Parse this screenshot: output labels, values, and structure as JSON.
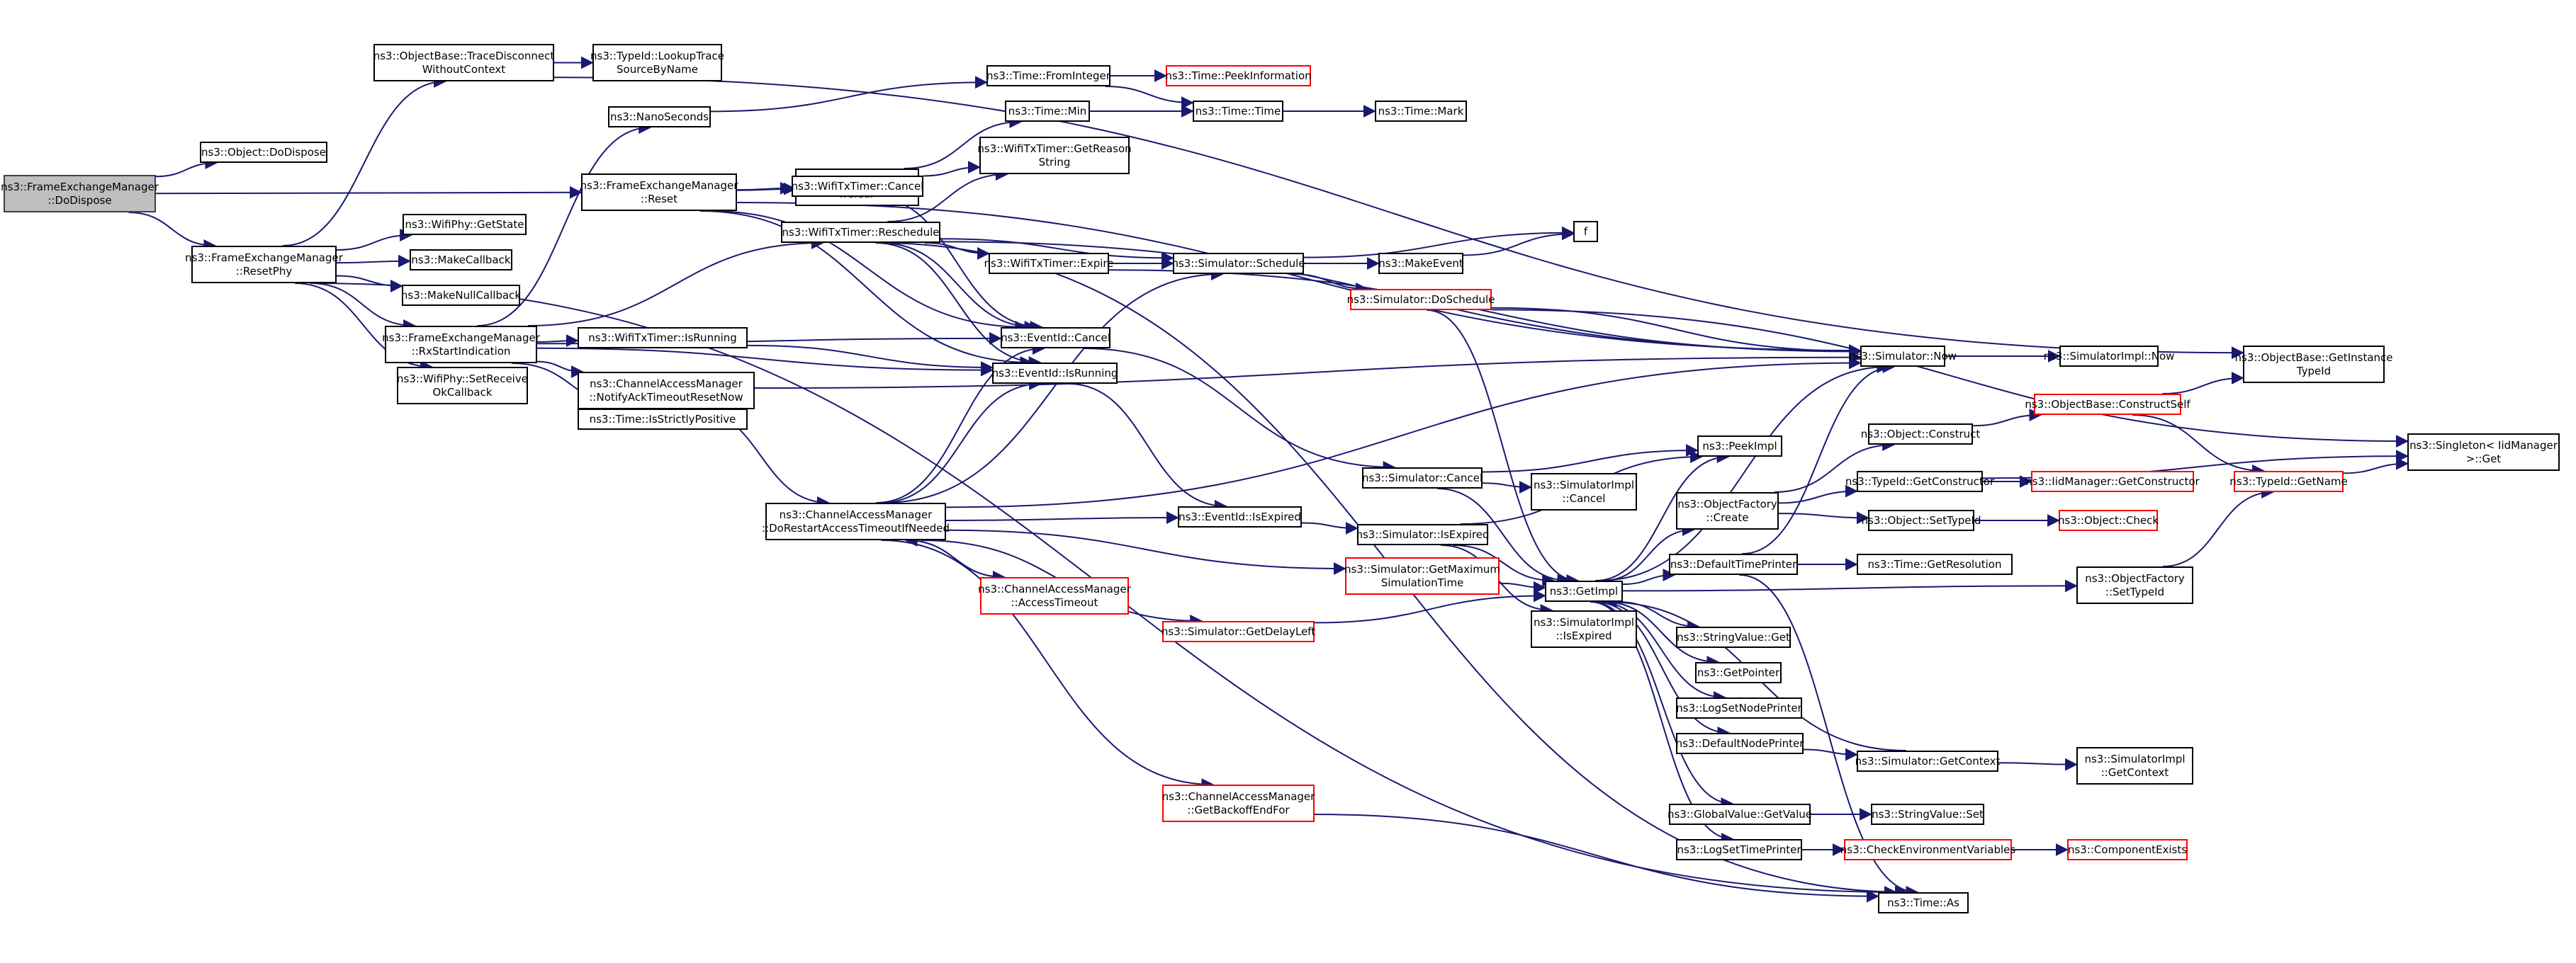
{
  "diagram": {
    "type": "call-graph",
    "colors": {
      "edge": "#191970",
      "missing_doc_border": "#ff0000",
      "root_fill": "#bfbfbf",
      "node_border": "#000000"
    },
    "nodes": [
      {
        "id": "root",
        "label": "ns3::FrameExchangeManager\n::DoDispose",
        "style": "root"
      },
      {
        "id": "objDoDispose",
        "label": "ns3::Object::DoDispose"
      },
      {
        "id": "resetPhy",
        "label": "ns3::FrameExchangeManager\n::ResetPhy"
      },
      {
        "id": "traceDisc",
        "label": "ns3::ObjectBase::TraceDisconnect\nWithoutContext"
      },
      {
        "id": "lookupTrace",
        "label": "ns3::TypeId::LookupTrace\nSourceByName"
      },
      {
        "id": "getState",
        "label": "ns3::WifiPhy::GetState"
      },
      {
        "id": "makeCallback",
        "label": "ns3::MakeCallback"
      },
      {
        "id": "makeNullCallback",
        "label": "ns3::MakeNullCallback"
      },
      {
        "id": "rxStart",
        "label": "ns3::FrameExchangeManager\n::RxStartIndication"
      },
      {
        "id": "setRecvOk",
        "label": "ns3::WifiPhy::SetReceive\nOkCallback"
      },
      {
        "id": "nanoSeconds",
        "label": "ns3::NanoSeconds"
      },
      {
        "id": "reset",
        "label": "ns3::FrameExchangeManager\n::Reset"
      },
      {
        "id": "txParamsClear",
        "label": "ns3::WifiTxParameters\n::Clear"
      },
      {
        "id": "txTimerCancel",
        "label": "ns3::WifiTxTimer::Cancel"
      },
      {
        "id": "txTimerResched",
        "label": "ns3::WifiTxTimer::Reschedule"
      },
      {
        "id": "txTimerExpire",
        "label": "ns3::WifiTxTimer::Expire"
      },
      {
        "id": "txTimerIsRunning",
        "label": "ns3::WifiTxTimer::IsRunning"
      },
      {
        "id": "notifyAck",
        "label": "ns3::ChannelAccessManager\n::NotifyAckTimeoutResetNow"
      },
      {
        "id": "isStrictlyPos",
        "label": "ns3::Time::IsStrictlyPositive"
      },
      {
        "id": "fromInteger",
        "label": "ns3::Time::FromInteger"
      },
      {
        "id": "peekInfo",
        "label": "ns3::Time::PeekInformation",
        "style": "red"
      },
      {
        "id": "timeMin",
        "label": "ns3::Time::Min"
      },
      {
        "id": "timeTime",
        "label": "ns3::Time::Time"
      },
      {
        "id": "timeMark",
        "label": "ns3::Time::Mark"
      },
      {
        "id": "getReason",
        "label": "ns3::WifiTxTimer::GetReason\nString"
      },
      {
        "id": "simSchedule",
        "label": "ns3::Simulator::Schedule"
      },
      {
        "id": "makeEvent",
        "label": "ns3::MakeEvent"
      },
      {
        "id": "f",
        "label": "f"
      },
      {
        "id": "doSchedule",
        "label": "ns3::Simulator::DoSchedule",
        "style": "red"
      },
      {
        "id": "evCancel",
        "label": "ns3::EventId::Cancel"
      },
      {
        "id": "evIsRunning",
        "label": "ns3::EventId::IsRunning"
      },
      {
        "id": "doRestart",
        "label": "ns3::ChannelAccessManager\n::DoRestartAccessTimeoutIfNeeded"
      },
      {
        "id": "accessTimeout",
        "label": "ns3::ChannelAccessManager\n::AccessTimeout",
        "style": "red"
      },
      {
        "id": "evIsExpired",
        "label": "ns3::EventId::IsExpired"
      },
      {
        "id": "getDelayLeft",
        "label": "ns3::Simulator::GetDelayLeft",
        "style": "red"
      },
      {
        "id": "getBackoff",
        "label": "ns3::ChannelAccessManager\n::GetBackoffEndFor",
        "style": "red"
      },
      {
        "id": "simCancel",
        "label": "ns3::Simulator::Cancel"
      },
      {
        "id": "simImplCancel",
        "label": "ns3::SimulatorImpl\n::Cancel"
      },
      {
        "id": "simIsExpired",
        "label": "ns3::Simulator::IsExpired"
      },
      {
        "id": "getMaxSim",
        "label": "ns3::Simulator::GetMaximum\nSimulationTime",
        "style": "red"
      },
      {
        "id": "getImpl",
        "label": "ns3::GetImpl"
      },
      {
        "id": "simImplIsExpired",
        "label": "ns3::SimulatorImpl\n::IsExpired"
      },
      {
        "id": "peekImpl",
        "label": "ns3::PeekImpl"
      },
      {
        "id": "simNow",
        "label": "ns3::Simulator::Now"
      },
      {
        "id": "simImplNow",
        "label": "ns3::SimulatorImpl::Now"
      },
      {
        "id": "objFactoryCreate",
        "label": "ns3::ObjectFactory\n::Create"
      },
      {
        "id": "defTimePrinter",
        "label": "ns3::DefaultTimePrinter"
      },
      {
        "id": "stringGet",
        "label": "ns3::StringValue::Get"
      },
      {
        "id": "getPointer",
        "label": "ns3::GetPointer"
      },
      {
        "id": "logSetNode",
        "label": "ns3::LogSetNodePrinter"
      },
      {
        "id": "defNodePrinter",
        "label": "ns3::DefaultNodePrinter"
      },
      {
        "id": "getContext",
        "label": "ns3::Simulator::GetContext"
      },
      {
        "id": "simImplGetContext",
        "label": "ns3::SimulatorImpl\n::GetContext"
      },
      {
        "id": "globalGetValue",
        "label": "ns3::GlobalValue::GetValue"
      },
      {
        "id": "stringSet",
        "label": "ns3::StringValue::Set"
      },
      {
        "id": "logSetTime",
        "label": "ns3::LogSetTimePrinter"
      },
      {
        "id": "checkEnv",
        "label": "ns3::CheckEnvironmentVariables",
        "style": "red"
      },
      {
        "id": "componentExists",
        "label": "ns3::ComponentExists",
        "style": "red"
      },
      {
        "id": "timeAs",
        "label": "ns3::Time::As"
      },
      {
        "id": "objConstruct",
        "label": "ns3::Object::Construct"
      },
      {
        "id": "constructSelf",
        "label": "ns3::ObjectBase::ConstructSelf",
        "style": "red"
      },
      {
        "id": "getInstanceTypeId",
        "label": "ns3::ObjectBase::GetInstance\nTypeId"
      },
      {
        "id": "getConstructor",
        "label": "ns3::TypeId::GetConstructor"
      },
      {
        "id": "iidGetConstructor",
        "label": "ns3::IidManager::GetConstructor",
        "style": "red"
      },
      {
        "id": "objSetTypeId",
        "label": "ns3::Object::SetTypeId"
      },
      {
        "id": "objCheck",
        "label": "ns3::Object::Check",
        "style": "red"
      },
      {
        "id": "timeGetRes",
        "label": "ns3::Time::GetResolution"
      },
      {
        "id": "factorySetTypeId",
        "label": "ns3::ObjectFactory\n::SetTypeId"
      },
      {
        "id": "typeIdGetName",
        "label": "ns3::TypeId::GetName",
        "style": "red"
      },
      {
        "id": "singletonGet",
        "label": "ns3::Singleton< IidManager\n>::Get"
      }
    ],
    "edges": [
      [
        "root",
        "objDoDispose"
      ],
      [
        "root",
        "reset"
      ],
      [
        "root",
        "resetPhy"
      ],
      [
        "resetPhy",
        "traceDisc"
      ],
      [
        "resetPhy",
        "getState"
      ],
      [
        "resetPhy",
        "makeCallback"
      ],
      [
        "resetPhy",
        "makeNullCallback"
      ],
      [
        "resetPhy",
        "rxStart"
      ],
      [
        "resetPhy",
        "setRecvOk"
      ],
      [
        "resetPhy",
        "timeAs"
      ],
      [
        "traceDisc",
        "lookupTrace"
      ],
      [
        "traceDisc",
        "getInstanceTypeId"
      ],
      [
        "reset",
        "txParamsClear"
      ],
      [
        "reset",
        "txTimerCancel"
      ],
      [
        "reset",
        "simNow"
      ],
      [
        "reset",
        "evCancel"
      ],
      [
        "reset",
        "evIsRunning"
      ],
      [
        "nanoSeconds",
        "fromInteger"
      ],
      [
        "rxStart",
        "nanoSeconds"
      ],
      [
        "rxStart",
        "txTimerResched"
      ],
      [
        "rxStart",
        "txTimerIsRunning"
      ],
      [
        "rxStart",
        "notifyAck"
      ],
      [
        "rxStart",
        "isStrictlyPos"
      ],
      [
        "rxStart",
        "evCancel"
      ],
      [
        "rxStart",
        "evIsRunning"
      ],
      [
        "txParamsClear",
        "timeMin"
      ],
      [
        "timeMin",
        "timeTime"
      ],
      [
        "fromInteger",
        "peekInfo"
      ],
      [
        "fromInteger",
        "timeTime"
      ],
      [
        "timeTime",
        "timeMark"
      ],
      [
        "txTimerCancel",
        "getReason"
      ],
      [
        "txTimerCancel",
        "evCancel"
      ],
      [
        "txTimerResched",
        "getReason"
      ],
      [
        "txTimerResched",
        "simSchedule"
      ],
      [
        "txTimerResched",
        "txTimerExpire"
      ],
      [
        "txTimerResched",
        "simNow"
      ],
      [
        "txTimerResched",
        "evCancel"
      ],
      [
        "txTimerResched",
        "evIsRunning"
      ],
      [
        "txTimerResched",
        "timeAs"
      ],
      [
        "txTimerExpire",
        "simSchedule"
      ],
      [
        "txTimerExpire",
        "simNow"
      ],
      [
        "simSchedule",
        "makeEvent"
      ],
      [
        "simSchedule",
        "f"
      ],
      [
        "simSchedule",
        "doSchedule"
      ],
      [
        "makeEvent",
        "f"
      ],
      [
        "doSchedule",
        "simNow"
      ],
      [
        "doSchedule",
        "getImpl"
      ],
      [
        "doSchedule",
        "singletonGet"
      ],
      [
        "txTimerIsRunning",
        "evIsRunning"
      ],
      [
        "notifyAck",
        "doRestart"
      ],
      [
        "notifyAck",
        "simNow"
      ],
      [
        "evCancel",
        "simCancel"
      ],
      [
        "evIsRunning",
        "evIsExpired"
      ],
      [
        "doRestart",
        "evCancel"
      ],
      [
        "doRestart",
        "evIsRunning"
      ],
      [
        "doRestart",
        "simSchedule"
      ],
      [
        "doRestart",
        "evIsExpired"
      ],
      [
        "doRestart",
        "simNow"
      ],
      [
        "doRestart",
        "accessTimeout"
      ],
      [
        "doRestart",
        "getMaxSim"
      ],
      [
        "doRestart",
        "getDelayLeft"
      ],
      [
        "doRestart",
        "getBackoff"
      ],
      [
        "accessTimeout",
        "doRestart"
      ],
      [
        "getBackoff",
        "timeAs"
      ],
      [
        "getDelayLeft",
        "getImpl"
      ],
      [
        "evIsExpired",
        "simIsExpired"
      ],
      [
        "simCancel",
        "simImplCancel"
      ],
      [
        "simCancel",
        "getImpl"
      ],
      [
        "simCancel",
        "peekImpl"
      ],
      [
        "simIsExpired",
        "getImpl"
      ],
      [
        "simIsExpired",
        "peekImpl"
      ],
      [
        "simIsExpired",
        "simImplIsExpired"
      ],
      [
        "getMaxSim",
        "getImpl"
      ],
      [
        "getImpl",
        "peekImpl"
      ],
      [
        "getImpl",
        "objFactoryCreate"
      ],
      [
        "getImpl",
        "defTimePrinter"
      ],
      [
        "getImpl",
        "stringGet"
      ],
      [
        "getImpl",
        "getPointer"
      ],
      [
        "getImpl",
        "logSetNode"
      ],
      [
        "getImpl",
        "defNodePrinter"
      ],
      [
        "getImpl",
        "globalGetValue"
      ],
      [
        "getImpl",
        "logSetTime"
      ],
      [
        "getImpl",
        "factorySetTypeId"
      ],
      [
        "getImpl",
        "simNow"
      ],
      [
        "simNow",
        "simImplNow"
      ],
      [
        "objFactoryCreate",
        "objConstruct"
      ],
      [
        "objFactoryCreate",
        "getConstructor"
      ],
      [
        "objFactoryCreate",
        "objSetTypeId"
      ],
      [
        "defTimePrinter",
        "timeGetRes"
      ],
      [
        "defTimePrinter",
        "simNow"
      ],
      [
        "defTimePrinter",
        "timeAs"
      ],
      [
        "defNodePrinter",
        "getContext"
      ],
      [
        "getContext",
        "simImplGetContext"
      ],
      [
        "getContext",
        "getImpl"
      ],
      [
        "globalGetValue",
        "stringSet"
      ],
      [
        "logSetTime",
        "checkEnv"
      ],
      [
        "checkEnv",
        "componentExists"
      ],
      [
        "objConstruct",
        "constructSelf"
      ],
      [
        "constructSelf",
        "getInstanceTypeId"
      ],
      [
        "constructSelf",
        "typeIdGetName"
      ],
      [
        "getConstructor",
        "iidGetConstructor"
      ],
      [
        "getConstructor",
        "singletonGet"
      ],
      [
        "objSetTypeId",
        "objCheck"
      ],
      [
        "factorySetTypeId",
        "typeIdGetName"
      ],
      [
        "typeIdGetName",
        "singletonGet"
      ]
    ]
  }
}
